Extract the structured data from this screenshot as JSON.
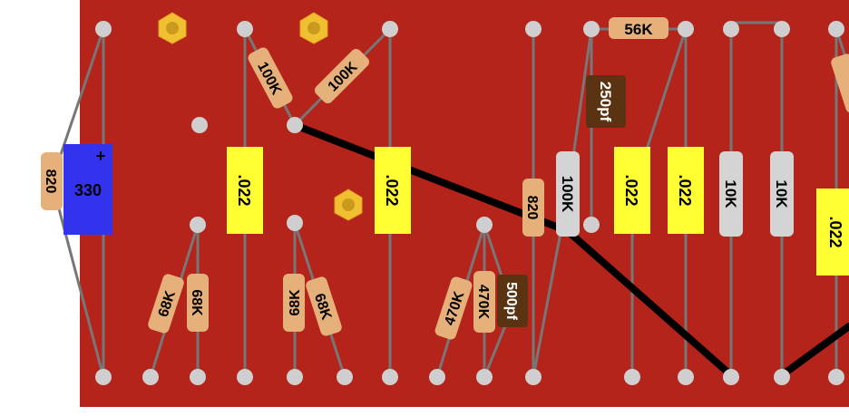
{
  "board": {
    "colors": {
      "board": "#b5241a",
      "wire": "#777777",
      "pad": "#cfcfcf",
      "jumper": "#000000",
      "resistor": "#e6b07a",
      "film_cap": "#ffff33",
      "ceramic_cap": "#5a3412",
      "trimmer": "#d4d4d4",
      "electrolytic": "#3333ee",
      "hex_standoff": "#f0c030"
    },
    "resistors": [
      {
        "label": "820"
      },
      {
        "label": "100K"
      },
      {
        "label": "100K"
      },
      {
        "label": "68K"
      },
      {
        "label": "68K"
      },
      {
        "label": "68K"
      },
      {
        "label": "68K"
      },
      {
        "label": "470K"
      },
      {
        "label": "470K"
      },
      {
        "label": "820"
      },
      {
        "label": "56K"
      },
      {
        "label": "100K"
      },
      {
        "label": "10K"
      },
      {
        "label": "10K"
      }
    ],
    "film_caps": [
      {
        "label": ".022"
      },
      {
        "label": ".022"
      },
      {
        "label": ".022"
      },
      {
        "label": ".022"
      },
      {
        "label": ".022"
      }
    ],
    "ceramic_caps": [
      {
        "label": "250pf"
      },
      {
        "label": "500pf"
      }
    ],
    "electrolytic": {
      "label": "330",
      "polarity": "+"
    }
  }
}
